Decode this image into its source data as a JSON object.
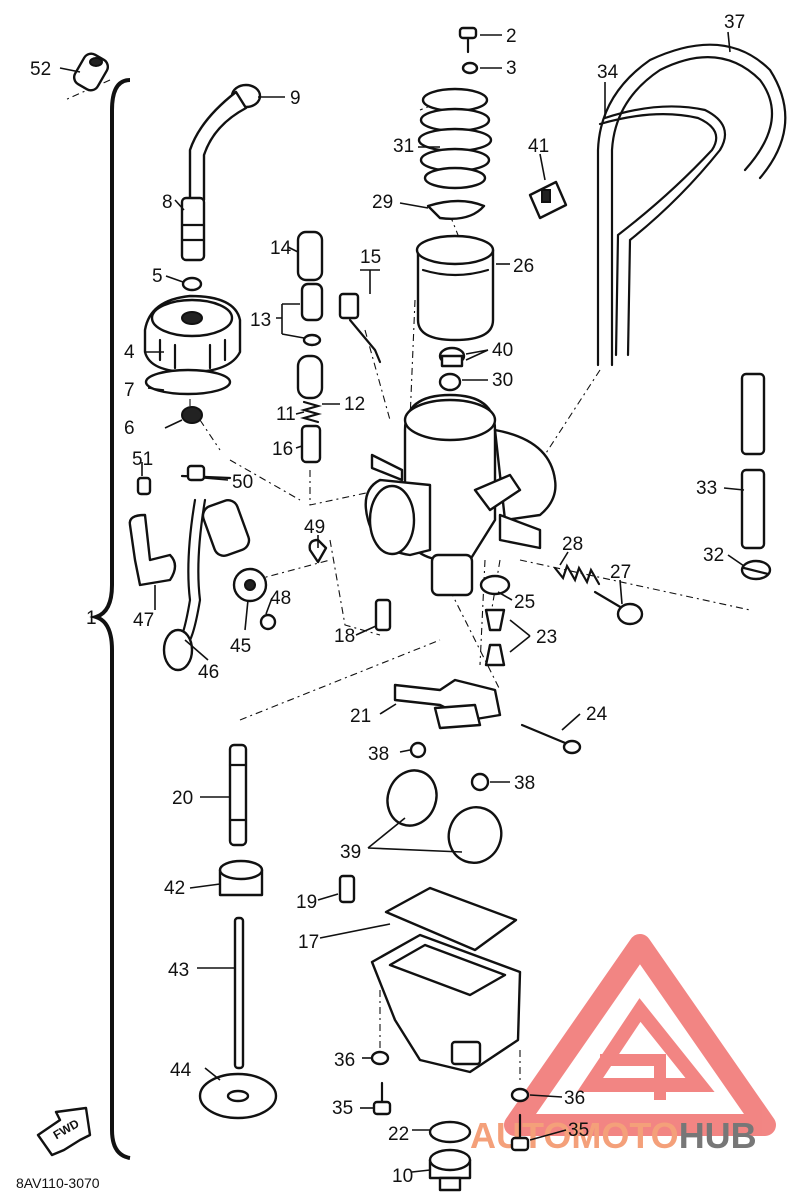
{
  "diagram_code": "8AV110-3070",
  "bracket_label": "1",
  "fwd_label": "FWD",
  "watermark": {
    "part1": "AUTO",
    "part2": "MOTO",
    "part3": "HUB",
    "color_main": "#e8231f",
    "color_hub": "#555555"
  },
  "callouts": [
    "2",
    "3",
    "4",
    "5",
    "6",
    "7",
    "8",
    "9",
    "10",
    "11",
    "12",
    "13",
    "14",
    "15",
    "16",
    "17",
    "18",
    "19",
    "20",
    "21",
    "22",
    "23",
    "24",
    "25",
    "26",
    "27",
    "28",
    "29",
    "30",
    "31",
    "32",
    "33",
    "34",
    "35",
    "35",
    "36",
    "36",
    "37",
    "38",
    "38",
    "39",
    "40",
    "41",
    "42",
    "43",
    "44",
    "45",
    "46",
    "47",
    "48",
    "49",
    "50",
    "51",
    "52"
  ]
}
